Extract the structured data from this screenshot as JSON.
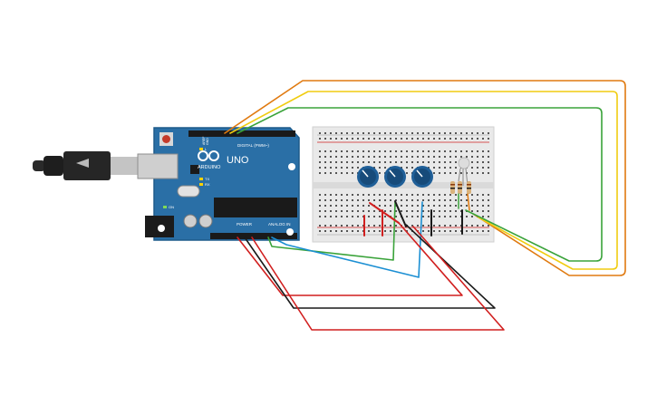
{
  "board": {
    "brand_label": "ARDUINO",
    "model_label": "UNO",
    "digital_label": "DIGITAL (PWM~)",
    "power_label": "POWER",
    "analog_label": "ANALOG IN",
    "tx_label": "TX",
    "rx_label": "RX",
    "l_label": "L",
    "on_label": "ON",
    "gnd_label": "GND",
    "aref_label": "AREF"
  },
  "colors": {
    "board": "#2a6fa6",
    "board_dark": "#1d5a8a",
    "breadboard": "#e9e9e9",
    "wire_red": "#d11f1f",
    "wire_black": "#1a1a1a",
    "wire_green": "#3aa33a",
    "wire_blue": "#1b8fd3",
    "wire_orange": "#e07a10",
    "wire_yellow": "#f0cc10",
    "knob": "#1f5f98"
  },
  "components": {
    "potentiometers": 3,
    "resistors": 3,
    "rgb_led": 1
  }
}
